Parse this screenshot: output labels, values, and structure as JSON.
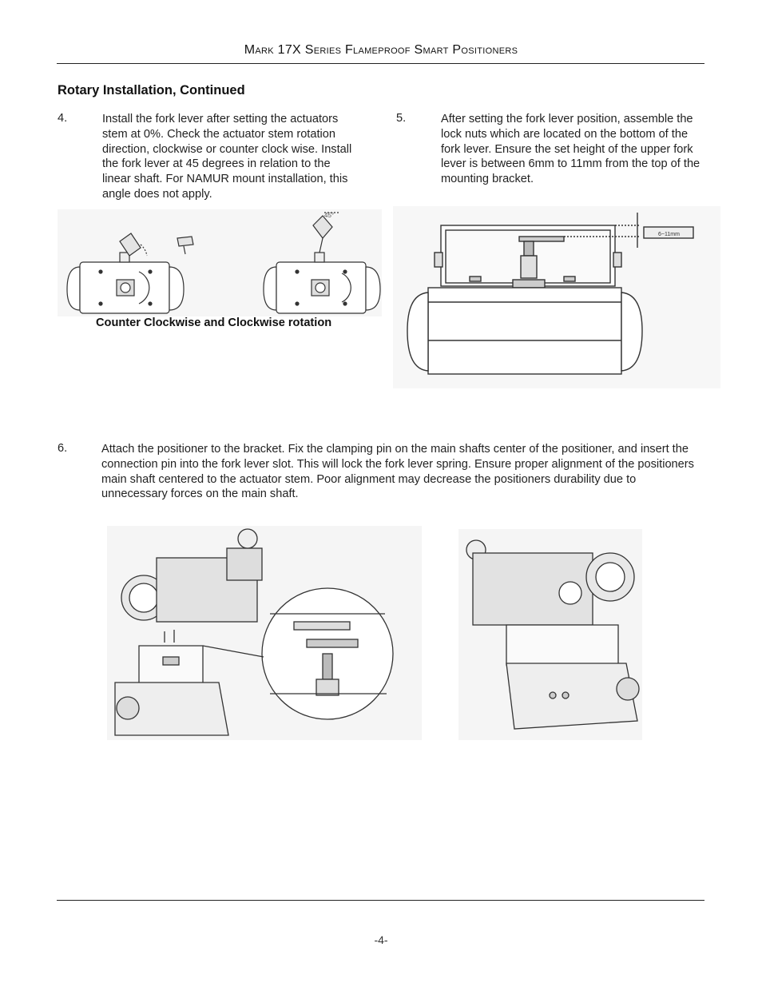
{
  "header": {
    "title": "Mark 17X Series Flameproof Smart Positioners"
  },
  "section_title": "Rotary Installation, Continued",
  "steps": [
    {
      "number": "4.",
      "text": "Install the fork lever after setting the actuators stem at 0%. Check the actuator stem rotation direction, clockwise or counter clock wise. Install the fork lever at 45 degrees in relation to the linear shaft. For NAMUR mount installation, this angle does not apply."
    },
    {
      "number": "5.",
      "text": "After setting the fork lever position, assemble the lock nuts which are located on the bottom of the fork lever. Ensure the set height of the upper fork lever is between 6mm to 11mm from the top of the mounting bracket."
    },
    {
      "number": "6.",
      "text": "Attach the positioner to the bracket. Fix the clamping pin on the main shafts center of the positioner, and insert the connection pin into the fork lever slot. This will lock the fork lever spring. Ensure proper alignment of the positioners main shaft centered to the actuator stem. Poor alignment may decrease the positioners durability due to unnecessary forces on the main shaft."
    }
  ],
  "figures": {
    "rotation_caption": "Counter Clockwise and Clockwise rotation",
    "angle_label": "45°",
    "dimension_label": "6~11mm"
  },
  "footer": {
    "page_number": "-4-"
  }
}
